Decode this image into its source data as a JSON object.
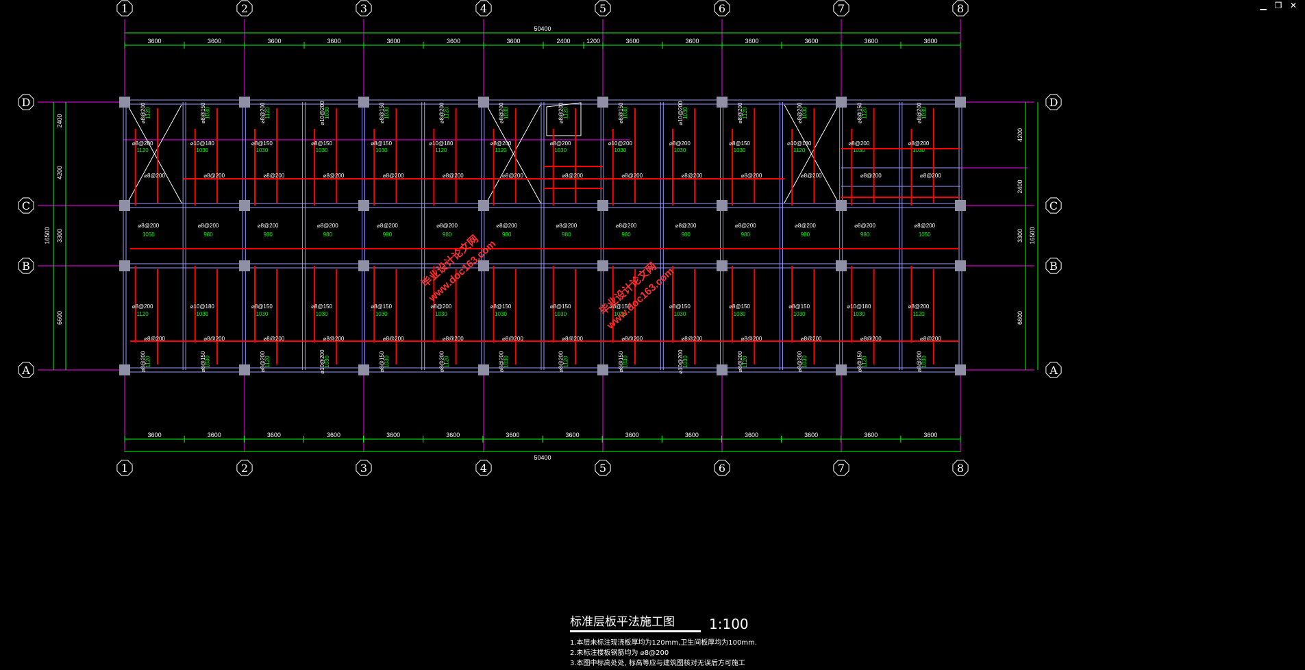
{
  "window": {
    "minimize_label": "▁",
    "restore_label": "❐",
    "close_label": "✕"
  },
  "axes": {
    "columns": [
      "1",
      "2",
      "3",
      "4",
      "5",
      "6",
      "7",
      "8"
    ],
    "rows": [
      "D",
      "C",
      "B",
      "A"
    ]
  },
  "dimensions": {
    "overall_length": "50400",
    "top_spans": [
      "3600",
      "3600",
      "3600",
      "3600",
      "3600",
      "3600",
      "3600",
      "2400",
      "1200",
      "3600",
      "3600",
      "3600",
      "3600",
      "3600",
      "3600"
    ],
    "bottom_spans": [
      "3600",
      "3600",
      "3600",
      "3600",
      "3600",
      "3600",
      "3600",
      "3600",
      "3600",
      "3600",
      "3600",
      "3600",
      "3600",
      "3600"
    ],
    "left_spans": [
      "2400",
      "4200",
      "3300",
      "6600"
    ],
    "left_total": "16500",
    "right_spans": [
      "4200",
      "2400",
      "3300",
      "6600"
    ],
    "right_total": "16500"
  },
  "rebar_labels": {
    "bay_a": [
      "⌀8@200",
      "⌀10@180",
      "⌀8@150",
      "⌀8@150",
      "⌀8@150",
      "⌀8@200",
      "⌀8@150",
      "⌀8@150",
      "⌀8@150",
      "⌀8@150",
      "⌀8@150",
      "⌀8@150",
      "⌀10@180",
      "⌀8@200"
    ],
    "bay_a_mid": [
      "⌀8@200",
      "⌀8@200",
      "⌀8@200",
      "⌀8@200",
      "⌀8@200",
      "⌀8@200",
      "⌀8@200",
      "⌀8@200",
      "⌀8@200",
      "⌀8@200",
      "⌀8@200",
      "⌀8@200",
      "⌀8@200",
      "⌀8@200"
    ],
    "corridor": [
      "⌀8@200",
      "⌀8@200",
      "⌀8@200",
      "⌀8@200",
      "⌀8@200",
      "⌀8@200",
      "⌀8@200",
      "⌀8@200",
      "⌀8@200",
      "⌀8@200",
      "⌀8@200",
      "⌀8@200",
      "⌀8@200",
      "⌀8@200"
    ],
    "bay_d": [
      "⌀8@200",
      "⌀10@180",
      "⌀8@150",
      "⌀8@150",
      "⌀8@150",
      "⌀10@180",
      "⌀8@200",
      "⌀8@200",
      "⌀10@200",
      "⌀8@200",
      "⌀8@150",
      "⌀10@180",
      "⌀8@200",
      "⌀8@200"
    ],
    "bay_d_mid": [
      "⌀8@200",
      "⌀8@200",
      "⌀8@200",
      "⌀8@200",
      "⌀8@200",
      "⌀8@200",
      "⌀8@200",
      "⌀8@200",
      "⌀8@200",
      "⌀8@200",
      "⌀8@200",
      "⌀8@200",
      "⌀8@200",
      "⌀8@200"
    ],
    "extents_a": [
      "1120",
      "1030",
      "1030",
      "1030",
      "1030",
      "1030",
      "1030",
      "1030",
      "1030",
      "1030",
      "1030",
      "1030",
      "1030",
      "1120"
    ],
    "extents_corridor": [
      "1050",
      "980",
      "980",
      "980",
      "980",
      "980",
      "980",
      "980",
      "980",
      "980",
      "980",
      "980",
      "980",
      "1050"
    ],
    "extents_d": [
      "1120",
      "1030",
      "1030",
      "1030",
      "1030",
      "1120",
      "1120",
      "1030",
      "1030",
      "1030",
      "1030",
      "1120",
      "1030",
      "1030"
    ],
    "vertical": [
      "⌀8@200",
      "⌀8@150",
      "⌀8@200",
      "⌀10@200",
      "⌀8@150",
      "⌀8@200",
      "⌀8@200",
      "⌀8@200",
      "⌀8@150",
      "⌀10@200",
      "⌀8@200",
      "⌀8@200",
      "⌀8@150",
      "⌀8@200"
    ],
    "vertical_ext": [
      "1120",
      "1030",
      "1120",
      "1030",
      "1030",
      "1120",
      "1030",
      "1120",
      "1030",
      "1030",
      "1120",
      "1030",
      "1120",
      "1030"
    ]
  },
  "watermarks": [
    {
      "line1": "毕业设计论文网",
      "line2": "www.doc163.com"
    },
    {
      "line1": "毕业设计论文网",
      "line2": "www.doc163.com"
    }
  ],
  "title": {
    "name": "标准层板平法施工图",
    "scale": "1:100",
    "notes": [
      "1.本层未标注现浇板厚均为120mm,卫生间板厚均为100mm.",
      "2.未标注楼板钢筋均为   ⌀8@200",
      "3.本图中标高处处, 标高等应与建筑图核对无误后方可施工"
    ]
  },
  "colors": {
    "background": "#000000",
    "dimension": "#00ff00",
    "axis_bubble": "#ffffff",
    "grid_line": "#ff00ff",
    "rebar": "#ff0000",
    "beam": "#9a9aff",
    "column": "#8f8fa6",
    "watermark": "#ff3030"
  }
}
